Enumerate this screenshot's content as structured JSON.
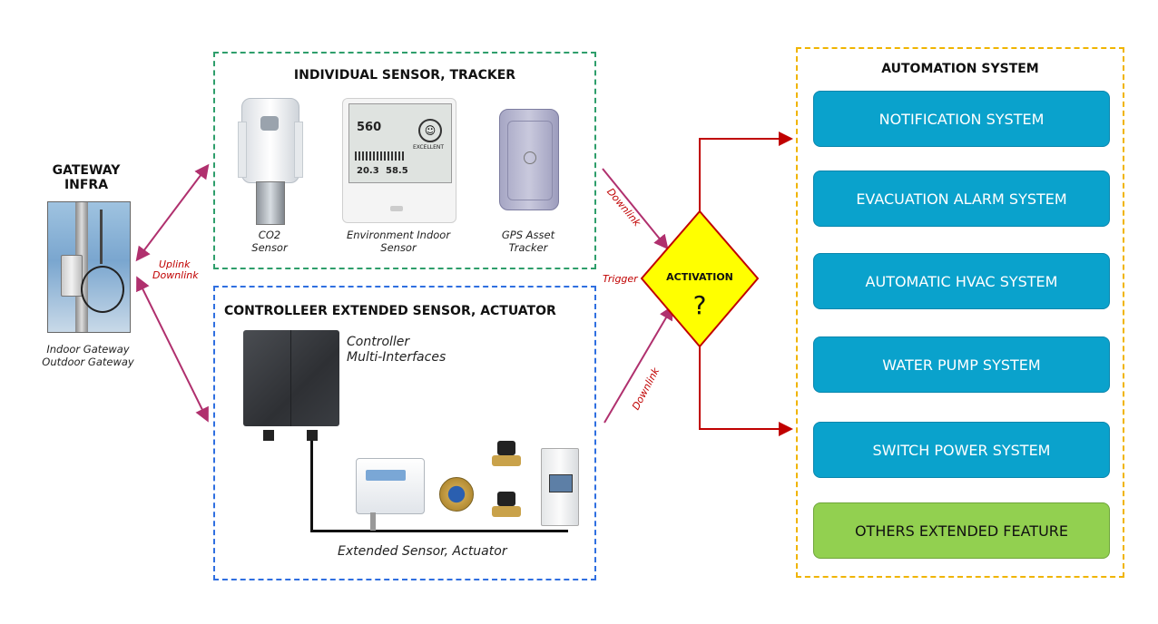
{
  "gateway": {
    "title": "GATEWAY INFRA",
    "caption_line1": "Indoor Gateway",
    "caption_line2": "Outdoor Gateway"
  },
  "links": {
    "uplink": "Uplink",
    "downlink": "Downlink",
    "trigger": "Trigger"
  },
  "sensor_group": {
    "title": "INDIVIDUAL SENSOR, TRACKER",
    "co2": {
      "line1": "CO2",
      "line2": "Sensor"
    },
    "env": {
      "line1": "Environment Indoor",
      "line2": "Sensor",
      "screen_value": "560",
      "screen_status": "EXCELLENT",
      "screen_temp": "20.3",
      "screen_hum": "58.5"
    },
    "gps": {
      "line1": "GPS Asset",
      "line2": "Tracker"
    }
  },
  "controller_group": {
    "title": "CONTROLLEER EXTENDED SENSOR, ACTUATOR",
    "controller_line1": "Controller",
    "controller_line2": "Multi-Interfaces",
    "extended_label": "Extended Sensor, Actuator"
  },
  "activation": {
    "label": "ACTIVATION",
    "symbol": "?"
  },
  "automation": {
    "title": "AUTOMATION SYSTEM",
    "systems": [
      "NOTIFICATION SYSTEM",
      "EVACUATION ALARM SYSTEM",
      "AUTOMATIC HVAC SYSTEM",
      "WATER PUMP SYSTEM",
      "SWITCH POWER SYSTEM",
      "OTHERS EXTENDED FEATURE"
    ]
  },
  "colors": {
    "sensor_box": "#2e9e6b",
    "controller_box": "#2f6fe0",
    "automation_box": "#f0b400",
    "system_blue": "#0aa2cc",
    "system_green": "#92d050",
    "arrow_magenta": "#b0306e",
    "arrow_red": "#c00000",
    "diamond_fill": "#ffff00"
  }
}
